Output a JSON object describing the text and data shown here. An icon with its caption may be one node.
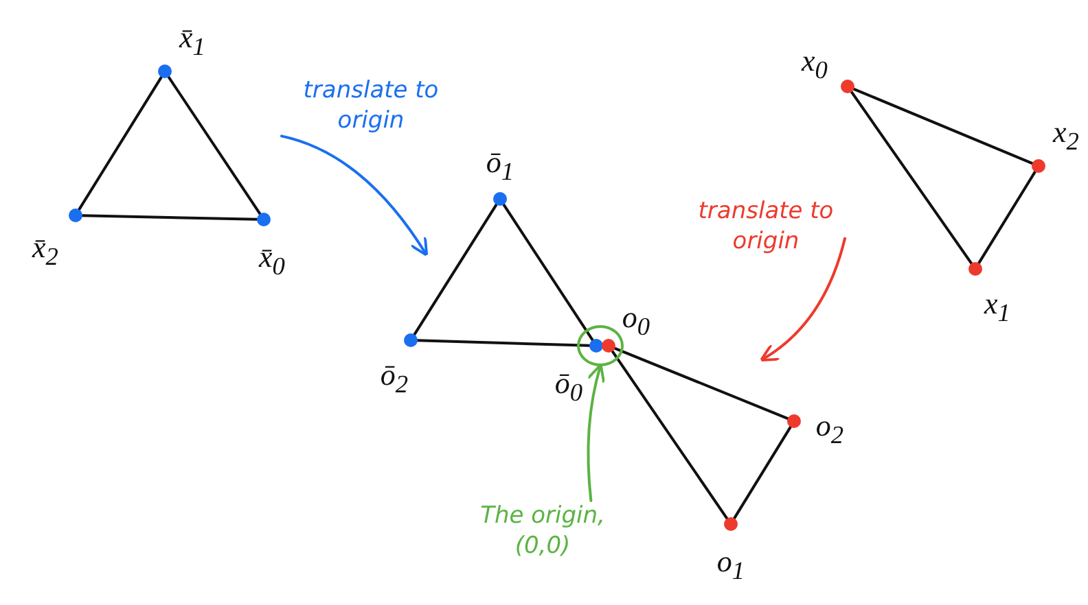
{
  "diagram": {
    "nodes": [
      {
        "text": [],
        "shape": "circle",
        "beside": [
          "x̄$_{1}$"
        ]
      },
      {
        "text": [],
        "shape": "circle",
        "beside": [
          "x$_{0}$"
        ]
      },
      {
        "text": [],
        "shape": "circle",
        "beside": [
          "x$_{2}$"
        ]
      },
      {
        "text": [],
        "shape": "circle",
        "beside": [
          "x̄$_{2}$"
        ]
      },
      {
        "text": [],
        "shape": "circle",
        "beside": [
          "x̄$_{0}$"
        ]
      },
      {
        "text": [],
        "shape": "circle",
        "beside": [
          "ō$_{1}$"
        ]
      },
      {
        "text": [],
        "shape": "circle",
        "beside": [
          "x$_{1}$"
        ]
      },
      {
        "text": [],
        "shape": "circle",
        "beside": [
          "ō$_{2}$"
        ]
      },
      {
        "text": [],
        "shape": "circle"
      },
      {
        "text": [],
        "shape": "circle",
        "beside": [
          "ō$_{0}$"
        ],
        "in": 8
      },
      {
        "text": [],
        "shape": "circle",
        "beside": [
          "o$_{0}$"
        ],
        "in": 8
      },
      {
        "text": [],
        "shape": "circle",
        "beside": [
          "o$_{2}$"
        ]
      },
      {
        "text": [],
        "shape": "circle",
        "beside": [
          "o$_{1}$"
        ]
      },
      {
        "text": [
          "translate to origin"
        ]
      },
      {
        "text": [
          "translate to origin"
        ]
      },
      {
        "text": [
          "The origin, (0,0)"
        ]
      }
    ],
    "edges": [
      {
        "from": 0,
        "to": 3,
        "arrow": "none"
      },
      {
        "from": 0,
        "to": 4,
        "arrow": "none"
      },
      {
        "from": 3,
        "to": 4,
        "arrow": "none"
      },
      {
        "from": 1,
        "to": 2,
        "arrow": "none"
      },
      {
        "from": 2,
        "to": 6,
        "arrow": "none"
      },
      {
        "from": 6,
        "to": 1,
        "arrow": "none"
      },
      {
        "from": 5,
        "to": 7,
        "arrow": "none"
      },
      {
        "from": 5,
        "to": 9,
        "arrow": "none"
      },
      {
        "from": 7,
        "to": 9,
        "arrow": "none"
      },
      {
        "from": 10,
        "to": 11,
        "arrow": "none"
      },
      {
        "from": 11,
        "to": 12,
        "arrow": "none"
      },
      {
        "from": 12,
        "to": 10,
        "arrow": "none"
      },
      {
        "from": 13,
        "to": null,
        "arrow": "to",
        "color": "#1a6ff0"
      },
      {
        "from": 14,
        "to": null,
        "arrow": "to",
        "color": "#ee3a2c"
      },
      {
        "from": 15,
        "to": 8,
        "arrow": "to",
        "color": "#5cb343"
      }
    ]
  }
}
